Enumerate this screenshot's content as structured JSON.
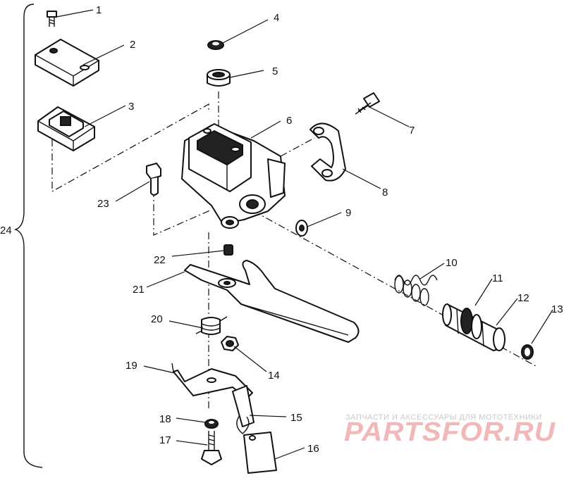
{
  "callouts": [
    "1",
    "2",
    "3",
    "4",
    "5",
    "6",
    "7",
    "8",
    "9",
    "10",
    "11",
    "12",
    "13",
    "14",
    "15",
    "16",
    "17",
    "18",
    "19",
    "20",
    "21",
    "22",
    "23",
    "24"
  ],
  "watermark": {
    "line1": "ЗАПЧАСТИ И АКСЕССУАРЫ ДЛЯ МОТОТЕХНИКИ",
    "line2": "PARTSFOR.RU"
  }
}
